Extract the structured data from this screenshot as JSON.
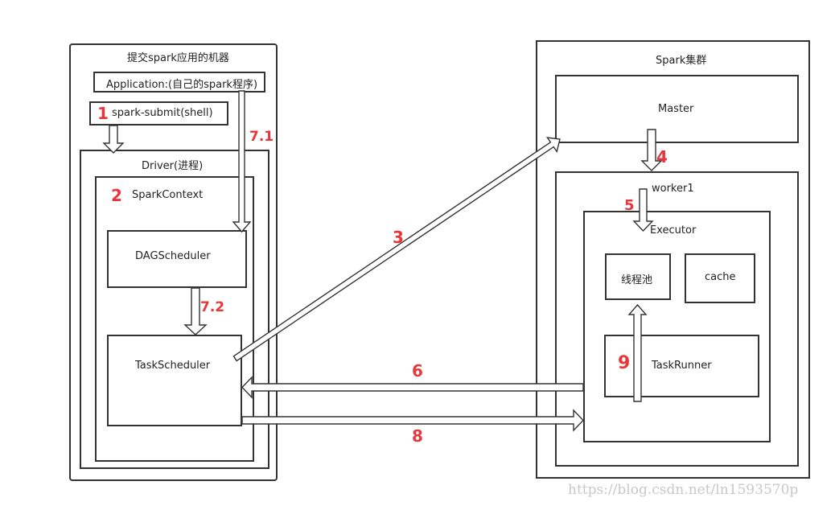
{
  "left_machine": {
    "title": "提交spark应用的机器",
    "application": "Application:(自己的spark程序)",
    "spark_submit": "spark-submit(shell)",
    "driver": {
      "title": "Driver(进程)",
      "spark_context": "SparkContext",
      "dag_scheduler": "DAGScheduler",
      "task_scheduler": "TaskScheduler"
    }
  },
  "cluster": {
    "title": "Spark集群",
    "master": "Master",
    "worker": {
      "title": "worker1",
      "executor": {
        "title": "Executor",
        "thread_pool": "线程池",
        "cache": "cache",
        "task_runner": "TaskRunner"
      }
    }
  },
  "steps": {
    "s1": "1",
    "s2": "2",
    "s3": "3",
    "s4": "4",
    "s5": "5",
    "s6": "6",
    "s7_1": "7.1",
    "s7_2": "7.2",
    "s8": "8",
    "s9": "9"
  },
  "watermark": "https://blog.csdn.net/ln1593570p",
  "colors": {
    "step_number": "#e8363a",
    "border": "#333333"
  }
}
